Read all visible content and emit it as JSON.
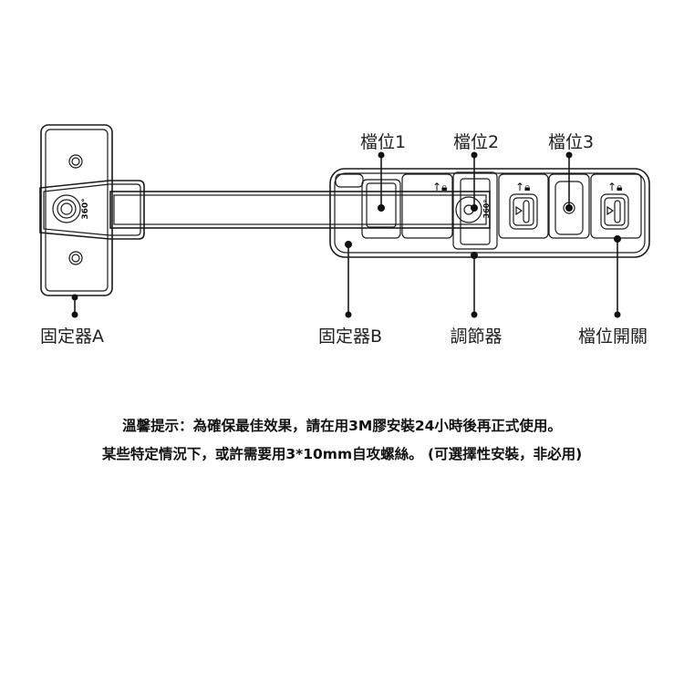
{
  "labels": {
    "gear1": "檔位1",
    "gear2": "檔位2",
    "gear3": "檔位3",
    "fixer_a": "固定器A",
    "fixer_b": "固定器B",
    "adjuster": "調節器",
    "gear_switch": "檔位開關",
    "rotation": "360°"
  },
  "notes": [
    "溫馨提示：為確保最佳效果，請在用3M膠安裝24小時後再正式使用。",
    "某些特定情況下，或許需要用3*10mm自攻螺絲。 (可選擇性安裝，非必用)"
  ]
}
